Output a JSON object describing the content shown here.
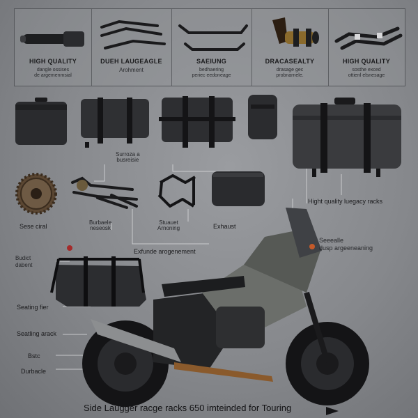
{
  "top_panel": [
    {
      "title": "HIGH QUALITY",
      "subtitle": "dangle ossises\nde argemenmsial",
      "icon": "rack-tube-icon"
    },
    {
      "title": "DUEH LAUGEAGLE",
      "subtitle": "Arohment",
      "icon": "bracket-rails-icon"
    },
    {
      "title": "SAEIUNG",
      "subtitle": "bedhaering\nperiec eedoneage",
      "icon": "side-frame-icon"
    },
    {
      "title": "DRACASEALTY",
      "subtitle": "drasage gec\nprobnarnele.",
      "icon": "exhaust-mount-icon"
    },
    {
      "title": "HIGH QUALITY",
      "subtitle": "sosthe exced\nottienl elsnesage",
      "icon": "rack-plate-icon"
    }
  ],
  "labels": {
    "surroza": "Surroza a\nbusreisie",
    "high_quality_racks": "Hight quality luegacy racks",
    "sese_ciral": "Sese ciral",
    "burbaele": "Burbaele\nneseosk",
    "stuaut": "Stuauet\nArnoning",
    "exhaust": "Exhaust",
    "exfunde": "Exfunde arogenement",
    "seeealle": "Seeealle\ndusp argeeneaning",
    "budict": "Budict\ndabent",
    "seating_fier": "Seating fier",
    "seating_arack": "Seatling arack",
    "bstc": "Bstc",
    "durbacle": "Durbacle"
  },
  "footer": "Side Laugger racge racks 650 imteinded for Touring"
}
